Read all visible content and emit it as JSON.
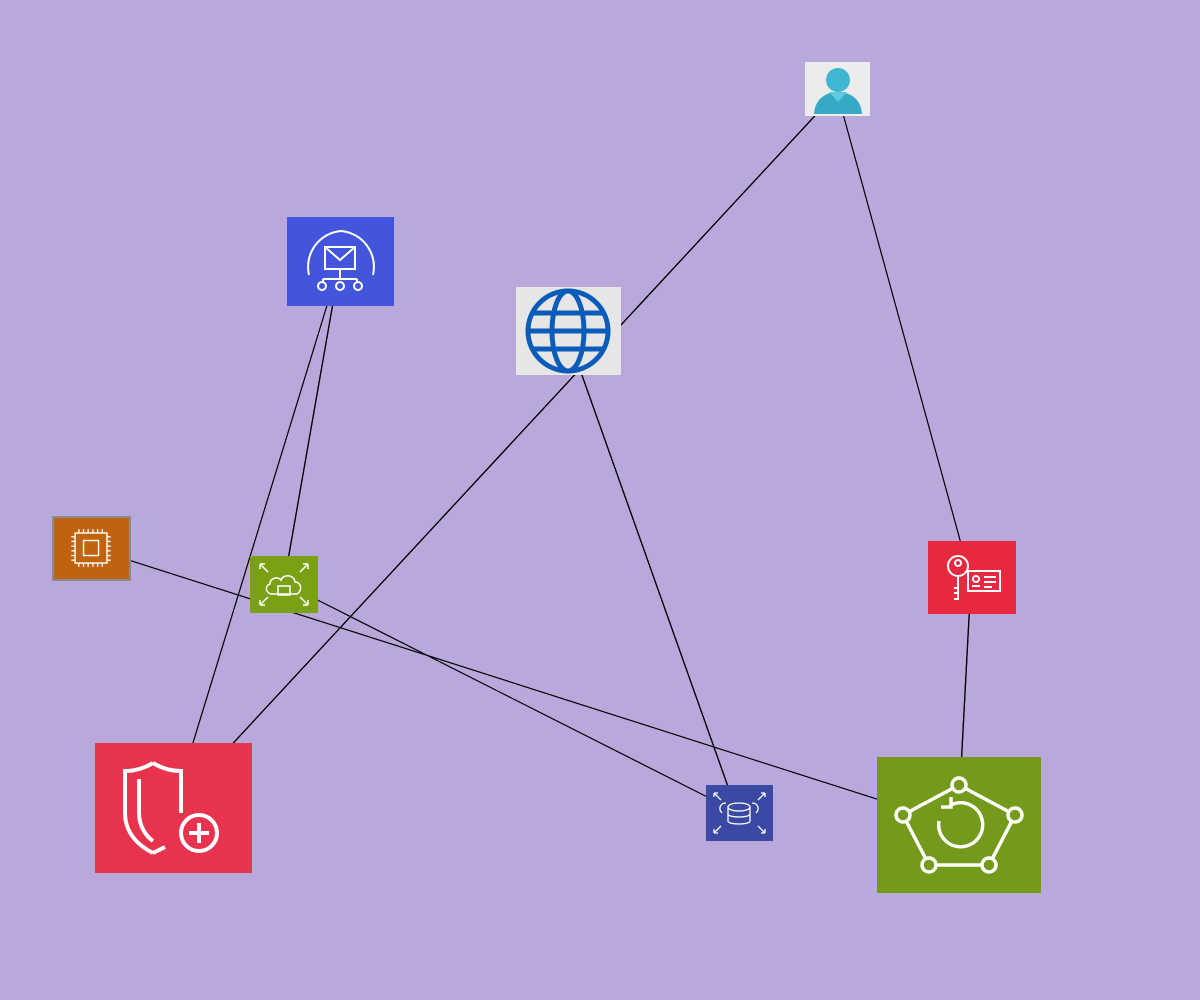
{
  "diagram": {
    "background": "#b9a8dc",
    "nodes": [
      {
        "id": "user",
        "icon": "user-icon",
        "color": "#e8e8e8"
      },
      {
        "id": "notify",
        "icon": "simple-notification-service-icon",
        "color": "#4455dd"
      },
      {
        "id": "globe",
        "icon": "globe-icon",
        "color": "#e6e6e6"
      },
      {
        "id": "chip",
        "icon": "processor-chip-icon",
        "color": "#c0620e"
      },
      {
        "id": "cloud",
        "icon": "cloud-autoscaling-icon",
        "color": "#7aa116"
      },
      {
        "id": "key",
        "icon": "key-identity-card-icon",
        "color": "#e8283f"
      },
      {
        "id": "shield",
        "icon": "shield-plus-icon",
        "color": "#e8334f"
      },
      {
        "id": "db",
        "icon": "database-scaling-icon",
        "color": "#3b48a4"
      },
      {
        "id": "recovery",
        "icon": "network-recovery-icon",
        "color": "#739a1a"
      }
    ],
    "edges": [
      {
        "from": "notify",
        "to": "cloud"
      },
      {
        "from": "cloud",
        "to": "notify"
      },
      {
        "from": "notify",
        "to": "shield"
      },
      {
        "from": "user",
        "to": "shield"
      },
      {
        "from": "shield",
        "to": "user"
      },
      {
        "from": "globe",
        "to": "db"
      },
      {
        "from": "db",
        "to": "globe"
      },
      {
        "from": "cloud",
        "to": "db"
      },
      {
        "from": "chip",
        "to": "recovery"
      },
      {
        "from": "user",
        "to": "key"
      },
      {
        "from": "recovery",
        "to": "key"
      },
      {
        "from": "key",
        "to": "recovery"
      }
    ]
  }
}
